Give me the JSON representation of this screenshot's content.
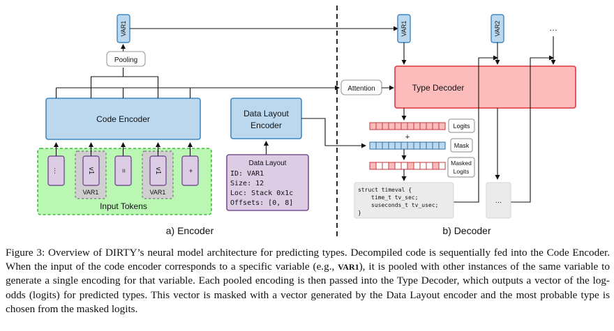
{
  "encoder": {
    "var_box": "VAR1",
    "pooling": "Pooling",
    "code_encoder": "Code Encoder",
    "data_layout_encoder_line1": "Data Layout",
    "data_layout_encoder_line2": "Encoder",
    "tokens": [
      "…",
      "v1",
      "=",
      "v1",
      "+"
    ],
    "token_var_labels": [
      "VAR1",
      "VAR1"
    ],
    "input_tokens_label": "Input Tokens",
    "data_layout": {
      "title": "Data Layout",
      "lines": [
        "ID: VAR1",
        "Size: 12",
        "Loc: Stack 0x1c",
        "Offsets: [0, 8]"
      ]
    },
    "section_label": "a) Encoder"
  },
  "decoder": {
    "var_boxes": [
      "VAR1",
      "VAR2"
    ],
    "ellipsis_top": "…",
    "attention": "Attention",
    "type_decoder": "Type Decoder",
    "logits": "Logits",
    "plus": "+",
    "mask": "Mask",
    "masked_logits_line1": "Masked",
    "masked_logits_line2": "Logits",
    "struct_lines": [
      "struct timeval {",
      "time_t tv_sec;",
      "suseconds_t tv_usec;",
      "}"
    ],
    "ellipsis_box": "…",
    "section_label": "b) Decoder"
  },
  "caption": {
    "before_var": "Figure 3: Overview of DIRTY’s neural model architecture for predicting types. Decompiled code is sequentially fed into the Code Encoder. When the input of the code encoder corresponds to a specific variable (e.g., ",
    "var": "VAR1",
    "after_var": "), it is pooled with other instances of the same variable to generate a single encoding for that variable. Each pooled encoding is then passed into the Type Decoder, which outputs a vector of the log-odds (logits) for predicted types. This vector is masked with a vector generated by the Data Layout encoder and the most probable type is chosen from the masked logits."
  },
  "colors": {
    "blue_fill": "#bcd8ef",
    "blue_stroke": "#3d87c4",
    "purple_fill": "#dccce4",
    "purple_stroke": "#7c4f97",
    "green_fill": "#b9f7b3",
    "green_stroke": "#3fba3a",
    "red_fill": "#fdbcbc",
    "red_stroke": "#e0353c",
    "gray_fill": "#ebebeb"
  }
}
